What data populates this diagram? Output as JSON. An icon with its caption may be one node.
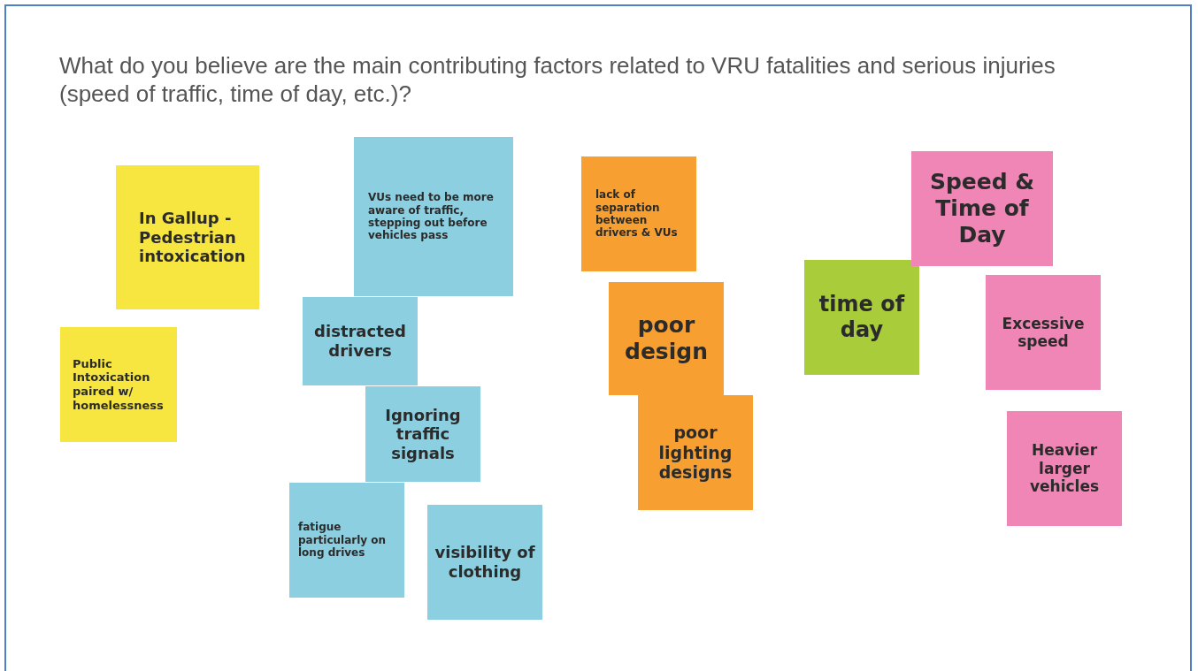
{
  "diagram": {
    "title": "What do you believe are the main contributing factors related to VRU fatalities and serious injuries (speed of traffic, time of day, etc.)?",
    "nodes": [
      {
        "text": [
          "In Gallup - Pedestrian intoxication"
        ]
      },
      {
        "text": [
          "Public Intoxication paired w/ homelessness"
        ]
      },
      {
        "text": [
          "VUs need to be more aware of traffic, stepping out before vehicles pass"
        ]
      },
      {
        "text": [
          "distracted drivers"
        ]
      },
      {
        "text": [
          "Ignoring traffic signals"
        ]
      },
      {
        "text": [
          "fatigue particularly on long drives"
        ]
      },
      {
        "text": [
          "visibility of clothing"
        ]
      },
      {
        "text": [
          "lack of separation between drivers & VUs"
        ]
      },
      {
        "text": [
          "poor design"
        ]
      },
      {
        "text": [
          "poor lighting designs"
        ]
      },
      {
        "text": [
          "time of day"
        ]
      },
      {
        "text": [
          "Speed & Time of Day"
        ]
      },
      {
        "text": [
          "Excessive speed"
        ]
      },
      {
        "text": [
          "Heavier larger vehicles"
        ]
      }
    ]
  }
}
